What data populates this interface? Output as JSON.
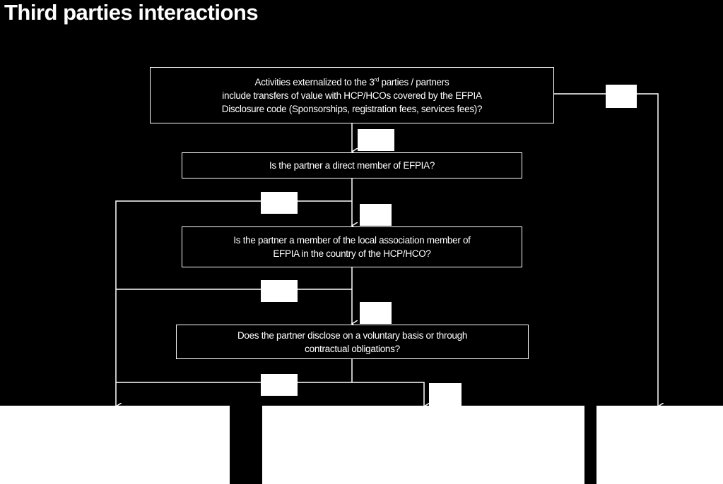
{
  "title": "Third parties interactions",
  "questions": {
    "q1": {
      "line1": "Activities externalized to the 3",
      "line1_sup": "rd",
      "line1_rest": " parties / partners",
      "line2": "include transfers of value with HCP/HCOs covered by the EFPIA",
      "line3": "Disclosure code (Sponsorships, registration fees, services fees)?"
    },
    "q2": {
      "text": "Is the partner a direct member of EFPIA?"
    },
    "q3": {
      "line1": "Is the partner a member of the local association member of",
      "line2": "EFPIA in the country of the HCP/HCO?"
    },
    "q4": {
      "line1": "Does the partner disclose on a voluntary basis or through",
      "line2": "contractual obligations?"
    }
  },
  "colors": {
    "background": "#000000",
    "foreground": "#ffffff"
  }
}
